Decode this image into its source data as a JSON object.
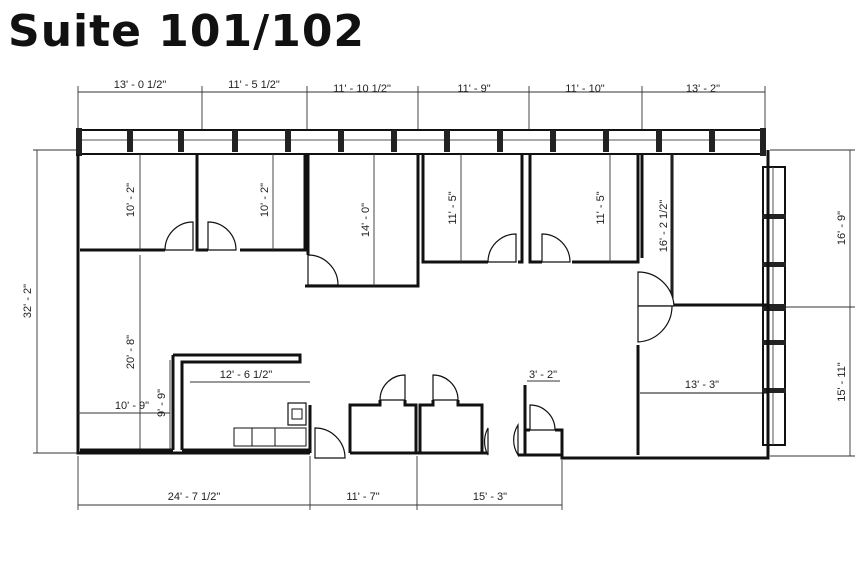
{
  "title": "Suite 101/102",
  "dimensions": {
    "top_1": "13' - 0 1/2\"",
    "top_2": "11' - 5 1/2\"",
    "top_3": "11' - 10 1/2\"",
    "top_4": "11' - 9\"",
    "top_5": "11' - 10\"",
    "top_6": "13' - 2\"",
    "left_total": "32' - 2\"",
    "right_upper": "16' - 9\"",
    "right_lower": "15' - 11\"",
    "office_1_depth": "10' - 2\"",
    "office_2_depth": "10' - 2\"",
    "office_3_depth": "14' - 0\"",
    "office_4_depth": "11' - 5\"",
    "office_5_depth": "11' - 5\"",
    "corner_office_depth": "16' - 2 1/2\"",
    "open_area_depth": "20' - 8\"",
    "kitchen_width": "12' - 6 1/2\"",
    "small_room_width": "10' - 9\"",
    "small_room_depth": "9' - 9\"",
    "closet_width": "3' - 2\"",
    "lower_right_width": "13' - 3\"",
    "bottom_1": "24' - 7 1/2\"",
    "bottom_2": "11' - 7\"",
    "bottom_3": "15' - 3\""
  }
}
